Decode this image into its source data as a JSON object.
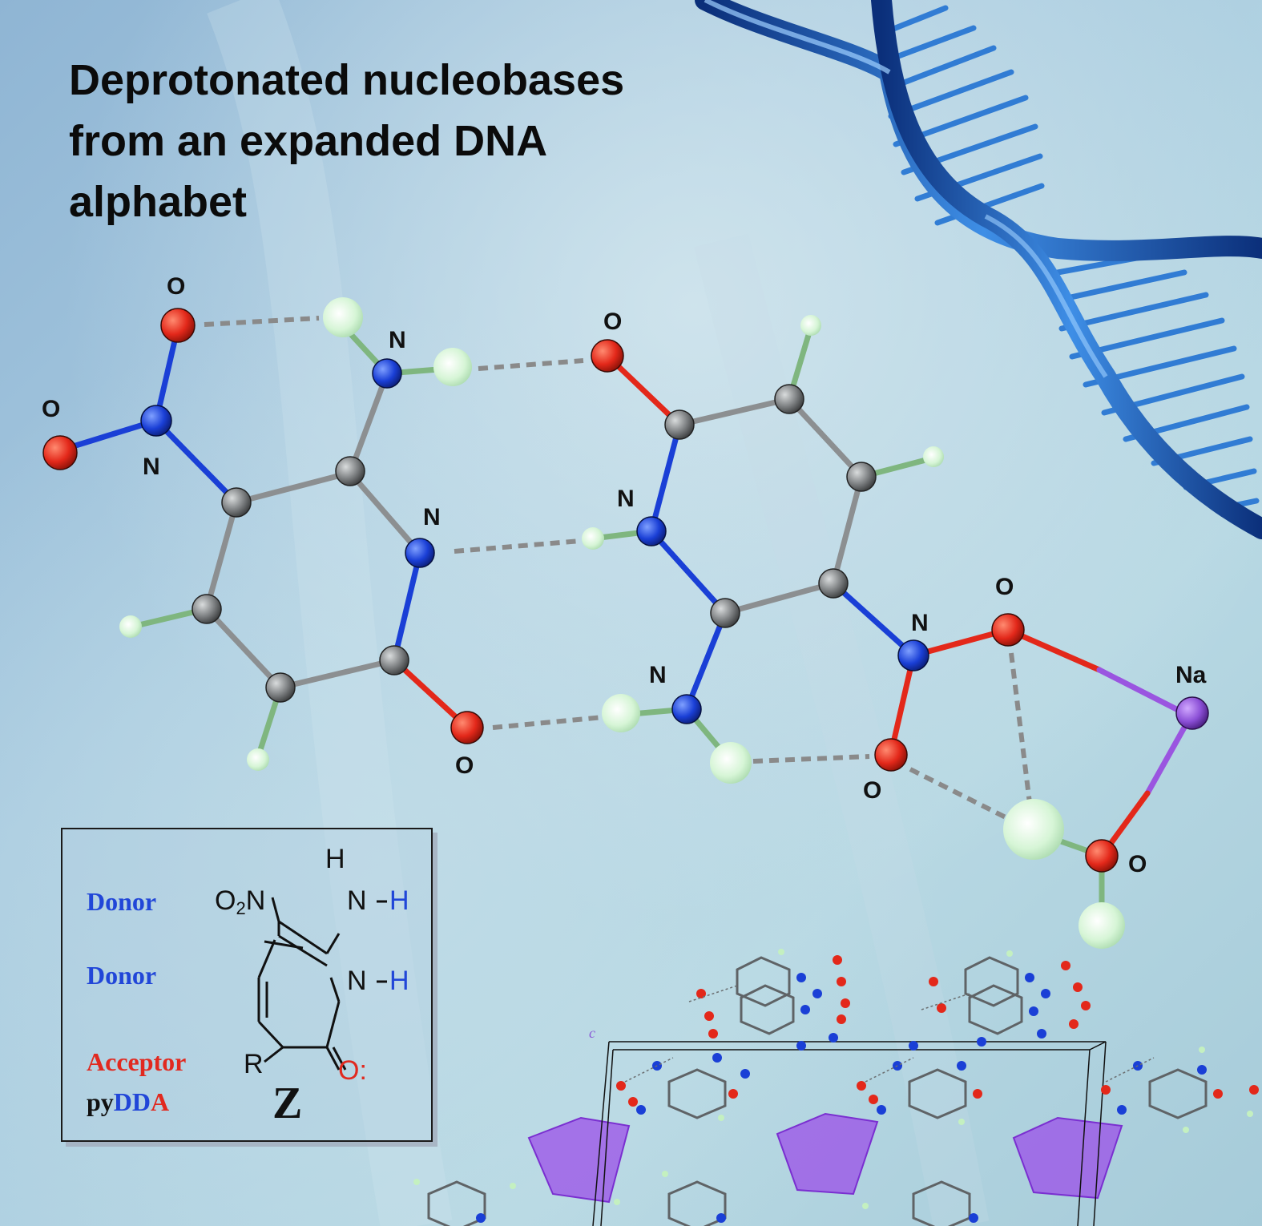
{
  "title_lines": [
    "Deprotonated nucleobases",
    "from an expanded DNA",
    "alphabet"
  ],
  "colors": {
    "background_light": "#b9d6e4",
    "background_mid": "#8fb7d2",
    "oxygen": "#e3281a",
    "nitrogen": "#1a3fd6",
    "carbon": "#7b7e80",
    "hydrogen": "#d6f5d6",
    "sodium": "#8b4fd6",
    "dna_blue": "#1d65c8"
  },
  "atom_labels": {
    "o_top_left": "O",
    "o_far_left": "O",
    "n_nitro_left": "N",
    "n_amino_left": "N",
    "n_ring_left": "N",
    "o_bottom_left": "O",
    "o_top_mid": "O",
    "n_ring_right": "N",
    "n_amino_right": "N",
    "n_nitro_right": "N",
    "o_nitro_right_top": "O",
    "o_nitro_right_bottom": "O",
    "na": "Na",
    "o_water": "O"
  },
  "crystal_axis_label": "c",
  "legend": {
    "donor_1": "Donor",
    "donor_2": "Donor",
    "acceptor": "Acceptor",
    "code_prefix": "py",
    "code_dd": "DD",
    "code_a": "A",
    "h_top": "H",
    "nh_top_n": "N",
    "nh_top_h": "H",
    "nitro_o": "O",
    "nitro_sub": "2",
    "nitro_n": "N",
    "nh_ring_n": "N",
    "nh_ring_h": "H",
    "r_group": "R",
    "carbonyl": "O:",
    "base_letter": "Z"
  }
}
